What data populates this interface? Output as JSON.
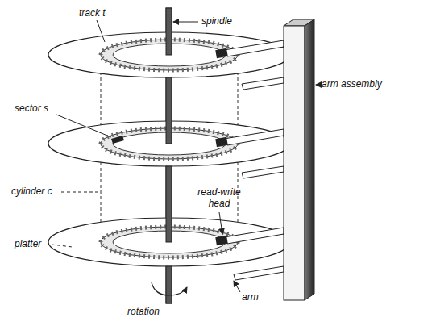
{
  "diagram": {
    "labels": [
      "track t",
      "spindle",
      "sector s",
      "arm assembly",
      "cylinder c",
      "read-write head",
      "platter",
      "arm",
      "rotation"
    ]
  }
}
